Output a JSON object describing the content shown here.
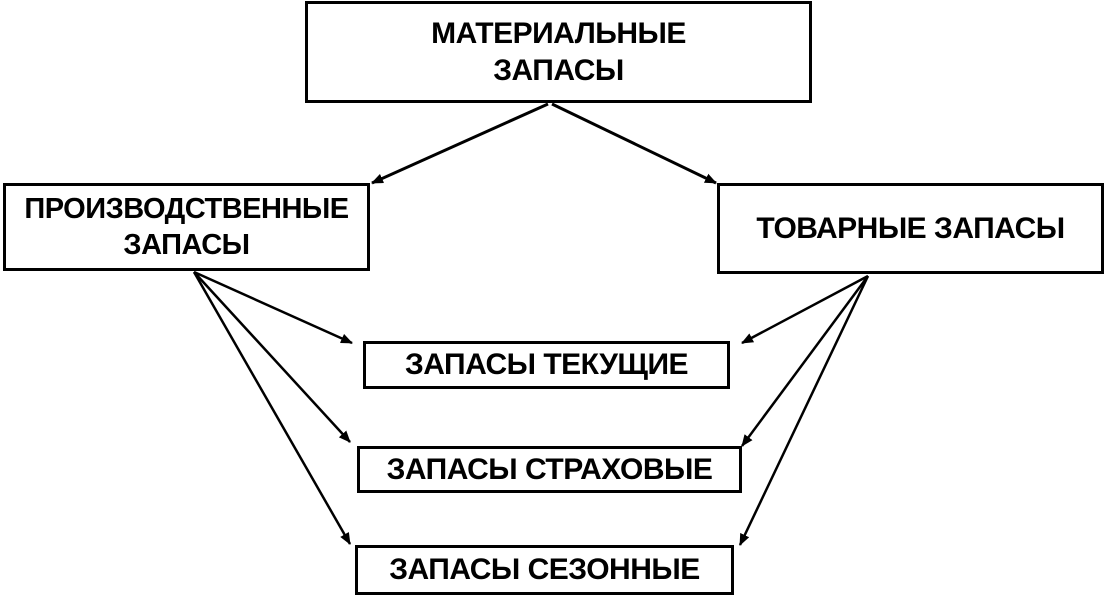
{
  "diagram": {
    "nodes": {
      "root": {
        "lines": [
          "МАТЕРИАЛЬНЫЕ",
          "ЗАПАСЫ"
        ]
      },
      "prod": {
        "lines": [
          "ПРОИЗВОДСТВЕННЫЕ",
          "ЗАПАСЫ"
        ]
      },
      "trade": {
        "lines": [
          "ТОВАРНЫЕ ЗАПАСЫ"
        ]
      },
      "cur": {
        "lines": [
          "ЗАПАСЫ ТЕКУЩИЕ"
        ]
      },
      "safe": {
        "lines": [
          "ЗАПАСЫ СТРАХОВЫЕ"
        ]
      },
      "seas": {
        "lines": [
          "ЗАПАСЫ СЕЗОННЫЕ"
        ]
      }
    },
    "edges": [
      {
        "from": "root",
        "to": "prod"
      },
      {
        "from": "root",
        "to": "trade"
      },
      {
        "from": "prod",
        "to": "cur"
      },
      {
        "from": "prod",
        "to": "safe"
      },
      {
        "from": "prod",
        "to": "seas"
      },
      {
        "from": "trade",
        "to": "cur"
      },
      {
        "from": "trade",
        "to": "safe"
      },
      {
        "from": "trade",
        "to": "seas"
      }
    ],
    "colors": {
      "stroke": "#000000",
      "background": "#ffffff",
      "text": "#000000"
    }
  }
}
